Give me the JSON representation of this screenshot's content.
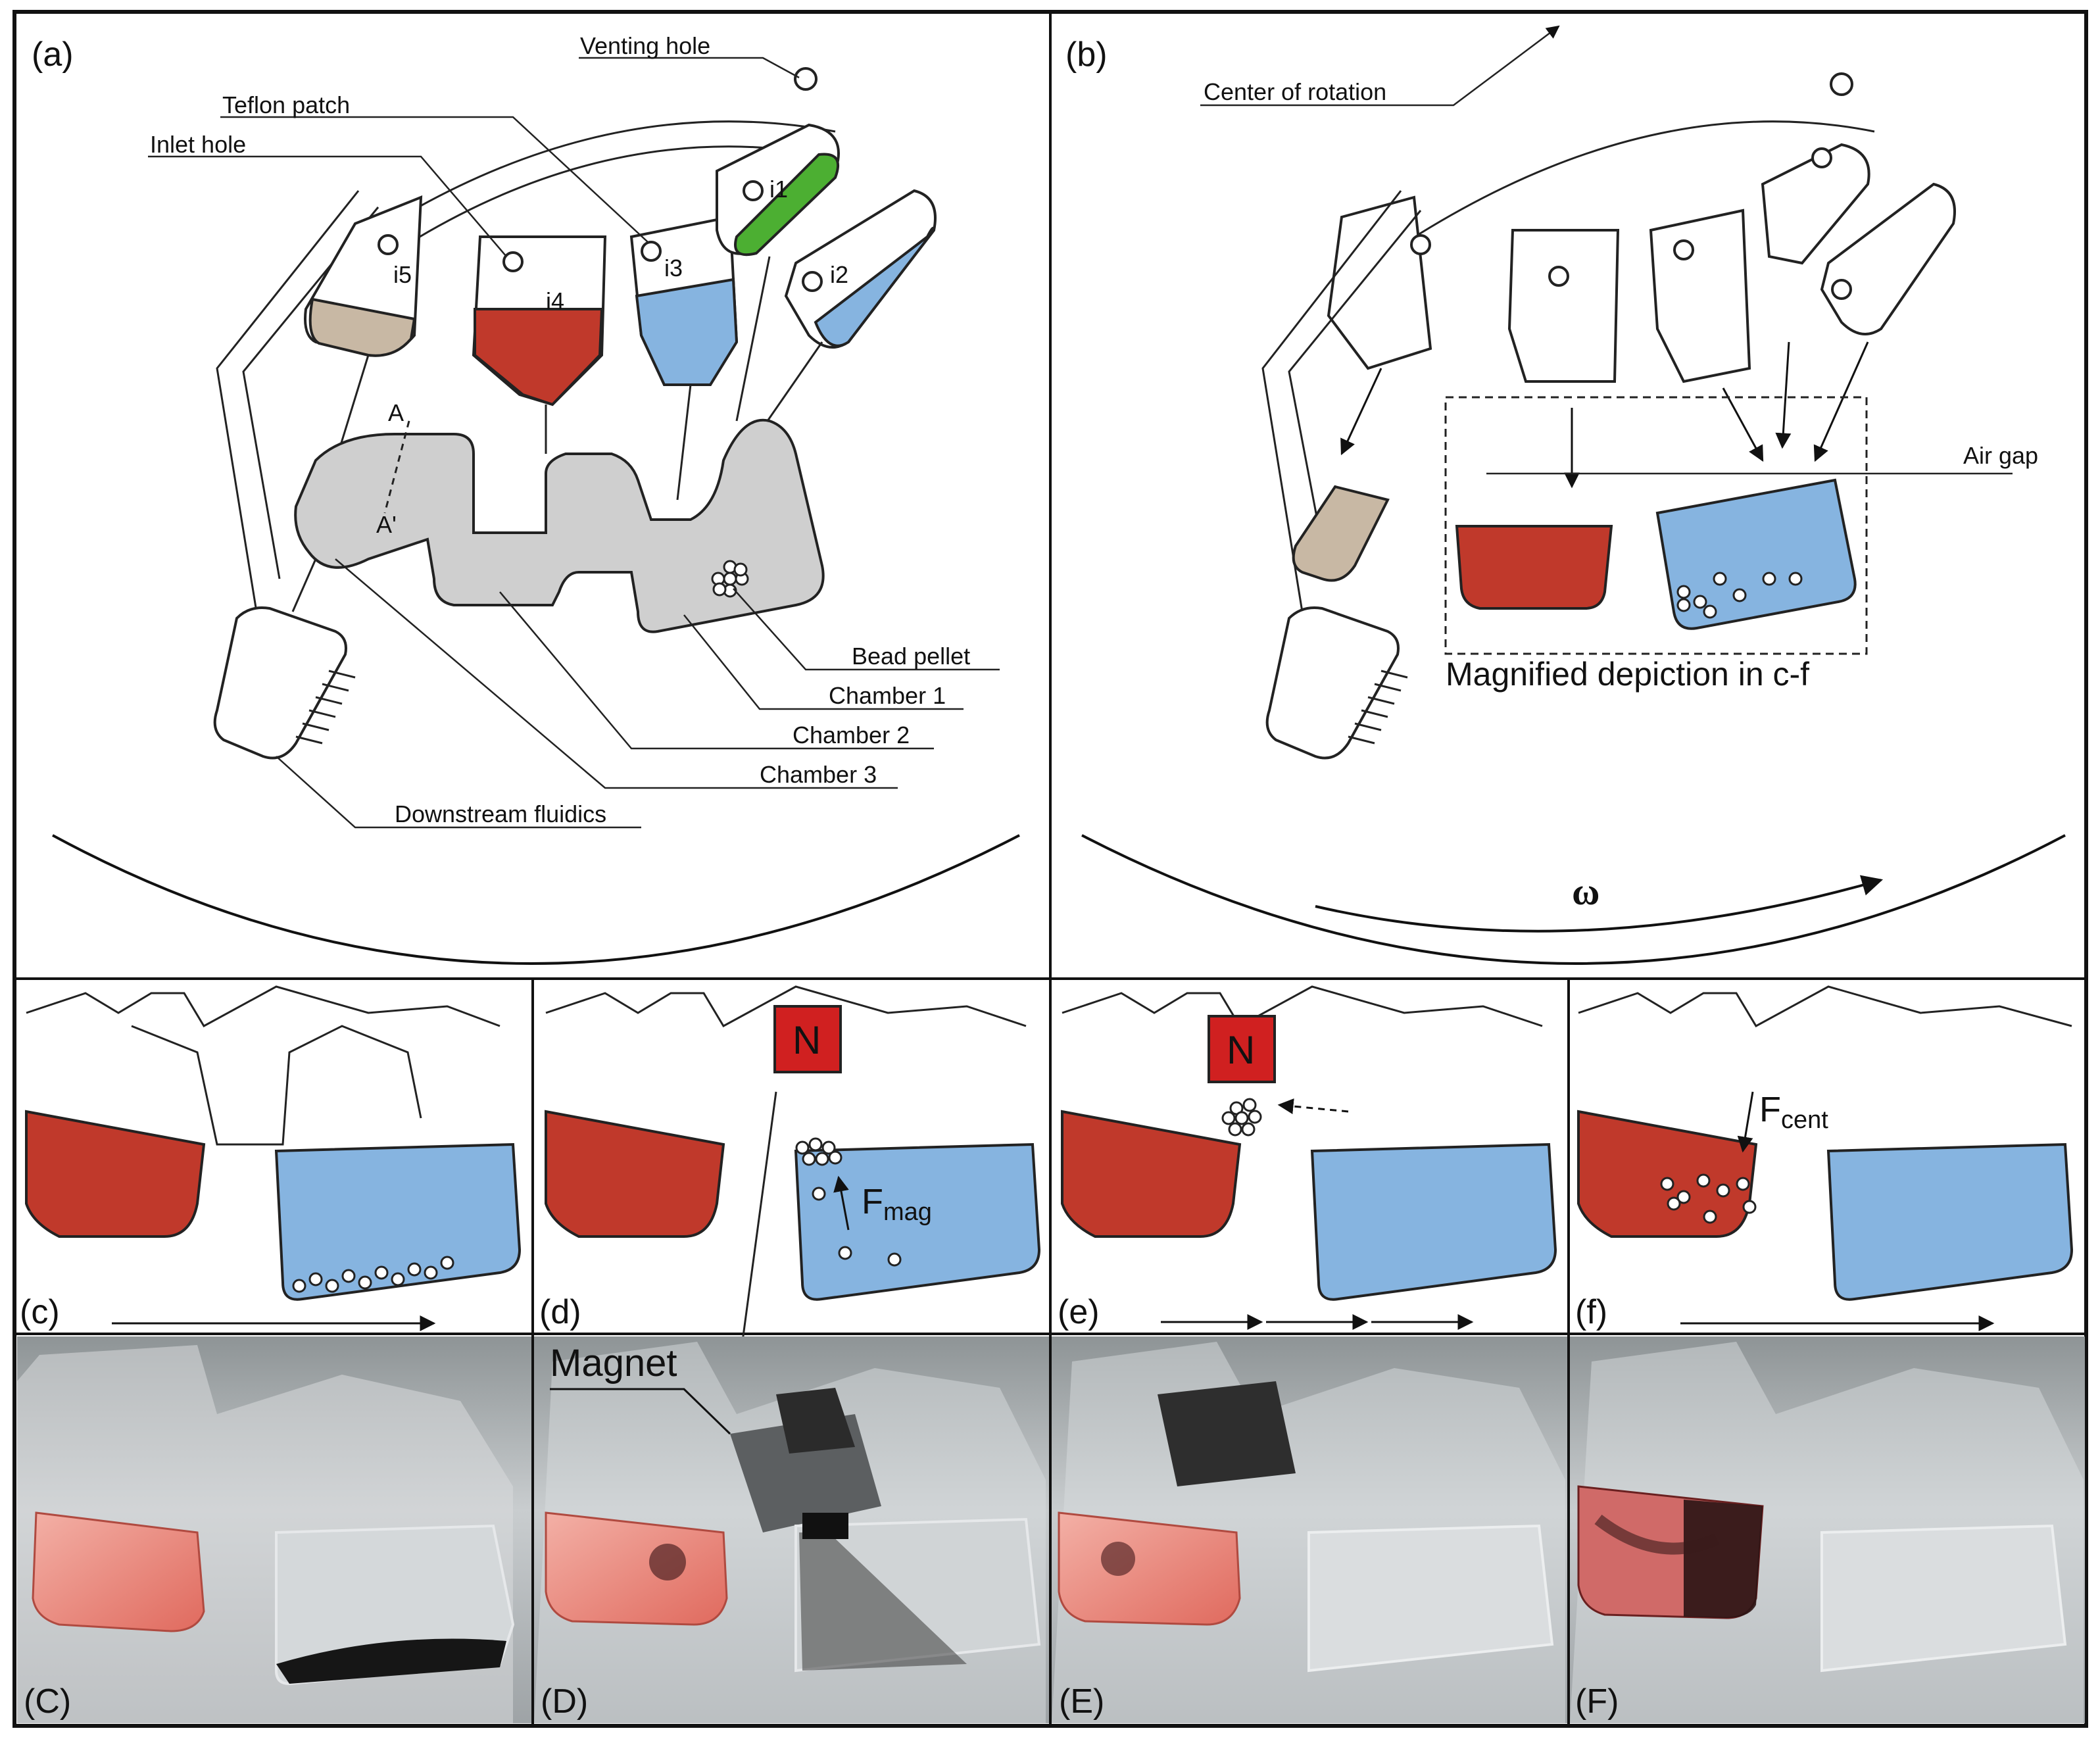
{
  "panels": {
    "a": "(a)",
    "b": "(b)",
    "c": "(c)",
    "d": "(d)",
    "e": "(e)",
    "f": "(f)",
    "C": "(C)",
    "D": "(D)",
    "E": "(E)",
    "F": "(F)"
  },
  "panel_a": {
    "venting_hole": "Venting hole",
    "teflon_patch": "Teflon patch",
    "inlet_hole": "Inlet hole",
    "inlets": [
      "i1",
      "i2",
      "i3",
      "i4",
      "i5"
    ],
    "section_a": "A",
    "section_a_prime": "A'",
    "bead_pellet": "Bead pellet",
    "chamber1": "Chamber 1",
    "chamber2": "Chamber 2",
    "chamber3": "Chamber 3",
    "downstream": "Downstream fluidics"
  },
  "panel_b": {
    "center": "Center of rotation",
    "air_gap": "Air gap",
    "magnified": "Magnified depiction in c-f",
    "omega": "ω"
  },
  "magnet_letter": "N",
  "force_mag_main": "F",
  "force_mag_sub": "mag",
  "force_cent_main": "F",
  "force_cent_sub": "cent",
  "magnet_label": "Magnet",
  "colors": {
    "red_fluid": "#c0392b",
    "blue_fluid": "#86b4e0",
    "beige_fluid": "#c8b8a4",
    "green_fluid": "#4caf32",
    "gray_chamber": "#cfcfcf",
    "magnet": "#d02020"
  }
}
